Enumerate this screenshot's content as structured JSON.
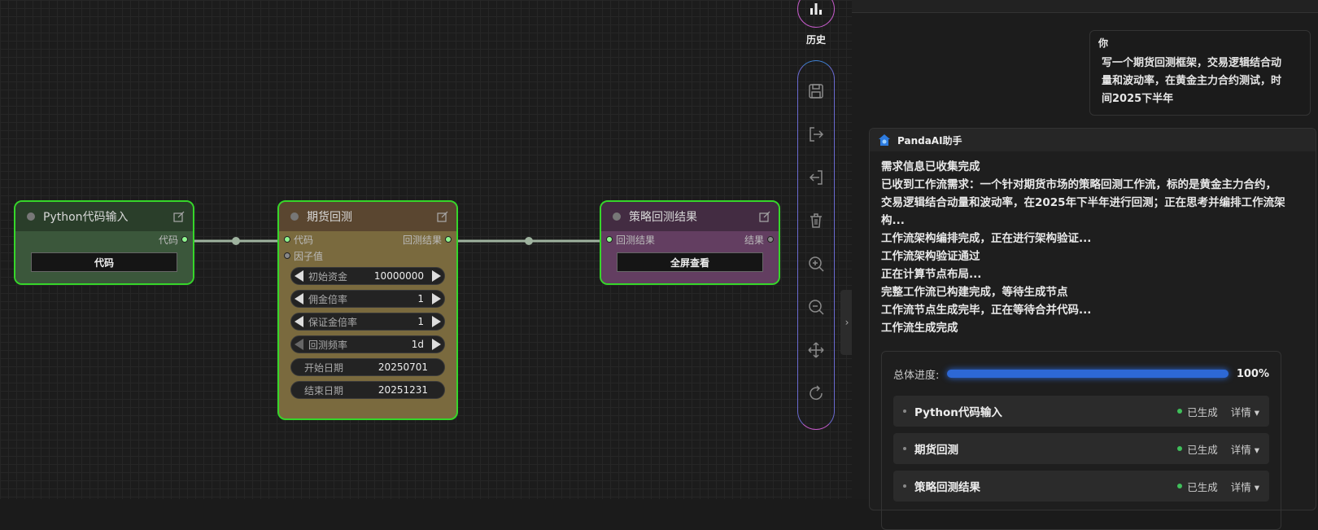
{
  "nodes": {
    "python": {
      "title": "Python代码输入",
      "output_port": "代码",
      "button": "代码",
      "color": "#3a5a3a"
    },
    "backtest": {
      "title": "期货回测",
      "in_port_code": "代码",
      "in_port_factor": "因子值",
      "out_port": "回测结果",
      "widgets": [
        {
          "label": "初始资金",
          "value": "10000000"
        },
        {
          "label": "佣金倍率",
          "value": "1"
        },
        {
          "label": "保证金倍率",
          "value": "1"
        },
        {
          "label": "回测频率",
          "value": "1d"
        },
        {
          "label": "开始日期",
          "value": "20250701"
        },
        {
          "label": "结束日期",
          "value": "20251231"
        }
      ],
      "color": "#6e5a34"
    },
    "result": {
      "title": "策略回测结果",
      "in_port": "回测结果",
      "out_port": "结果",
      "button": "全屏查看",
      "color": "#553553"
    }
  },
  "toolbar": {
    "history_label": "历史",
    "icons": [
      "save-icon",
      "export-icon",
      "import-icon",
      "trash-icon",
      "zoom-in-icon",
      "zoom-out-icon",
      "move-icon",
      "refresh-icon"
    ]
  },
  "chat": {
    "user": {
      "name": "你",
      "message_lines": [
        "写一个期货回测框架，交易逻辑结合动",
        "量和波动率，在黄金主力合约测试，时",
        "间2025下半年"
      ]
    },
    "assistant": {
      "name": "PandaAI助手",
      "lines": [
        "需求信息已收集完成",
        "已收到工作流需求：一个针对期货市场的策略回测工作流，标的是黄金主力合约，",
        "交易逻辑结合动量和波动率，在2025年下半年进行回测；正在思考并编排工作流架",
        "构...",
        "工作流架构编排完成，正在进行架构验证...",
        "工作流架构验证通过",
        "正在计算节点布局...",
        "完整工作流已构建完成，等待生成节点",
        "工作流节点生成完毕，正在等待合并代码...",
        "工作流生成完成"
      ],
      "progress_label": "总体进度:",
      "progress_pct": "100%",
      "progress_value": 100,
      "steps": [
        {
          "name": "Python代码输入",
          "status": "已生成",
          "detail": "详情 ▾"
        },
        {
          "name": "期货回测",
          "status": "已生成",
          "detail": "详情 ▾"
        },
        {
          "name": "策略回测结果",
          "status": "已生成",
          "detail": "详情 ▾"
        }
      ]
    }
  }
}
